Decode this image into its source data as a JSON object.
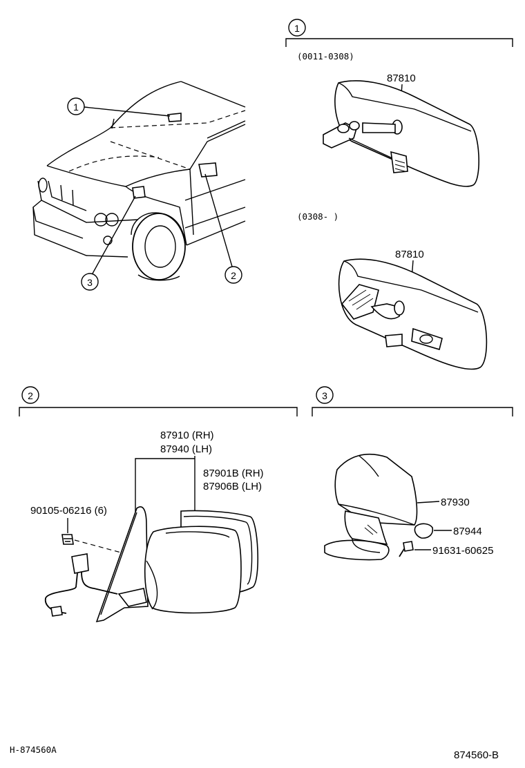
{
  "callouts": {
    "c1": "1",
    "c2": "2",
    "c3": "3"
  },
  "section1": {
    "badge": "1",
    "range_a": "(0011-0308)",
    "range_b": "(0308-      )",
    "part_a": "87810",
    "part_b": "87810"
  },
  "section2": {
    "badge": "2",
    "mirror_rh": "87910 (RH)",
    "mirror_lh": "87940 (LH)",
    "glass_rh": "87901B (RH)",
    "glass_lh": "87906B (LH)",
    "screw": "90105-06216 (6)"
  },
  "section3": {
    "badge": "3",
    "p1": "87930",
    "p2": "87944",
    "p3": "91631-60625"
  },
  "footer": {
    "left": "H-874560A",
    "right": "874560-B"
  }
}
